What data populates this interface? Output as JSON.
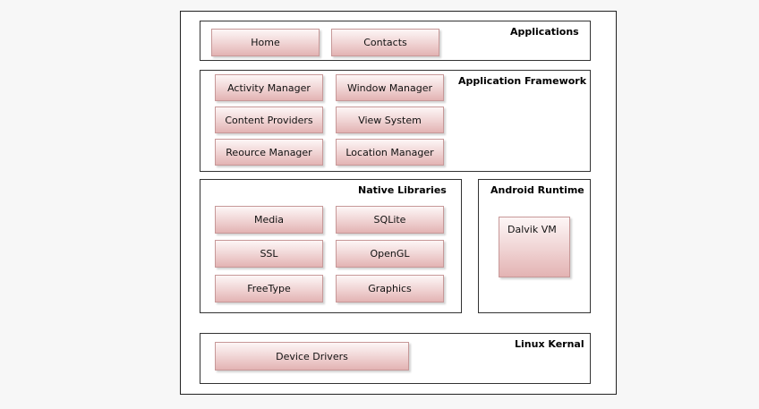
{
  "layers": {
    "applications": {
      "title": "Applications",
      "items": [
        "Home",
        "Contacts"
      ]
    },
    "framework": {
      "title": "Application Framework",
      "items": [
        "Activity Manager",
        "Window Manager",
        "Content Providers",
        "View System",
        "Reource Manager",
        "Location Manager"
      ]
    },
    "libraries": {
      "title": "Native Libraries",
      "items": [
        "Media",
        "SQLite",
        "SSL",
        "OpenGL",
        "FreeType",
        "Graphics"
      ]
    },
    "runtime": {
      "title": "Android Runtime",
      "items": [
        "Dalvik VM"
      ]
    },
    "kernel": {
      "title": "Linux Kernal",
      "items": [
        "Device Drivers"
      ]
    }
  },
  "colors": {
    "box_top": "#fdf6f6",
    "box_bottom": "#e3b3b3",
    "box_border": "#c79898",
    "layer_border": "#333333"
  }
}
